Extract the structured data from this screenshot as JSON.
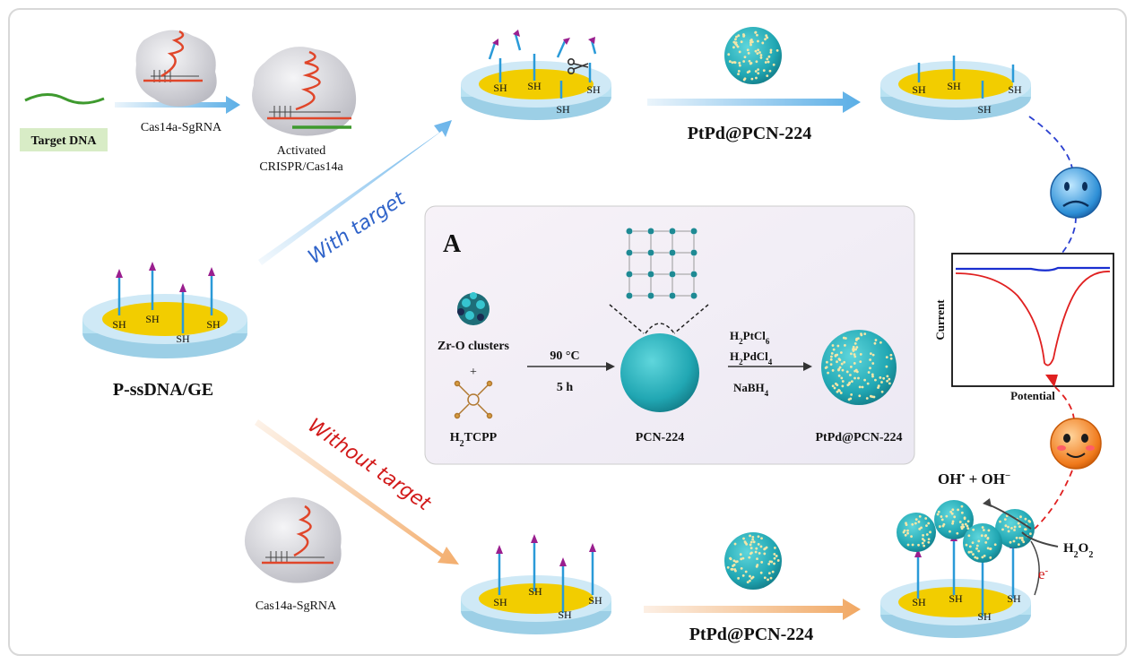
{
  "labels": {
    "target_dna": "Target DNA",
    "cas_sgrna_top": "Cas14a-SgRNA",
    "activated_l1": "Activated",
    "activated_l2": "CRISPR/Cas14a",
    "with_target": "With target",
    "without_target": "Without target",
    "pssdna_ge": "P-ssDNA/GE",
    "cas_sgrna_bottom": "Cas14a-SgRNA",
    "pcn_top": "PtPd@PCN-224",
    "pcn_bottom": "PtPd@PCN-224",
    "sh": "SH"
  },
  "panel_a": {
    "letter": "A",
    "zr_o": "Zr-O clusters",
    "plus": "+",
    "h2tcpp_h": "H",
    "h2tcpp_sub": "2",
    "h2tcpp_rest": "TCPP",
    "temp": "90 °C",
    "time": "5 h",
    "pcn": "PCN-224",
    "r1_main": "H",
    "r1_sub": "2",
    "r1_mid": "PtCl",
    "r1_sub2": "6",
    "r2_main": "H",
    "r2_sub": "2",
    "r2_mid": "PdCl",
    "r2_sub2": "4",
    "r3_main": "NaBH",
    "r3_sub": "4",
    "product": "PtPd@PCN-224"
  },
  "plot": {
    "ylabel": "Current",
    "xlabel": "Potential"
  },
  "reaction": {
    "oh_text": "OH",
    "oh_rest": " + OH",
    "h2o2_h": "H",
    "h2o2_sub": "2",
    "h2o2_o": "O",
    "h2o2_sub2": "2",
    "electron": "e"
  },
  "colors": {
    "gold": "#f2cd00",
    "disk": "#b9e2f2",
    "strand": "#2a9ad8",
    "tip": "#9a1f8f",
    "crispr": "#e0462a",
    "accent_blue": "#3a8fd8",
    "accent_red": "#d82020",
    "accent_orange": "#f0a060",
    "panel_bg": "#f0eef7"
  }
}
